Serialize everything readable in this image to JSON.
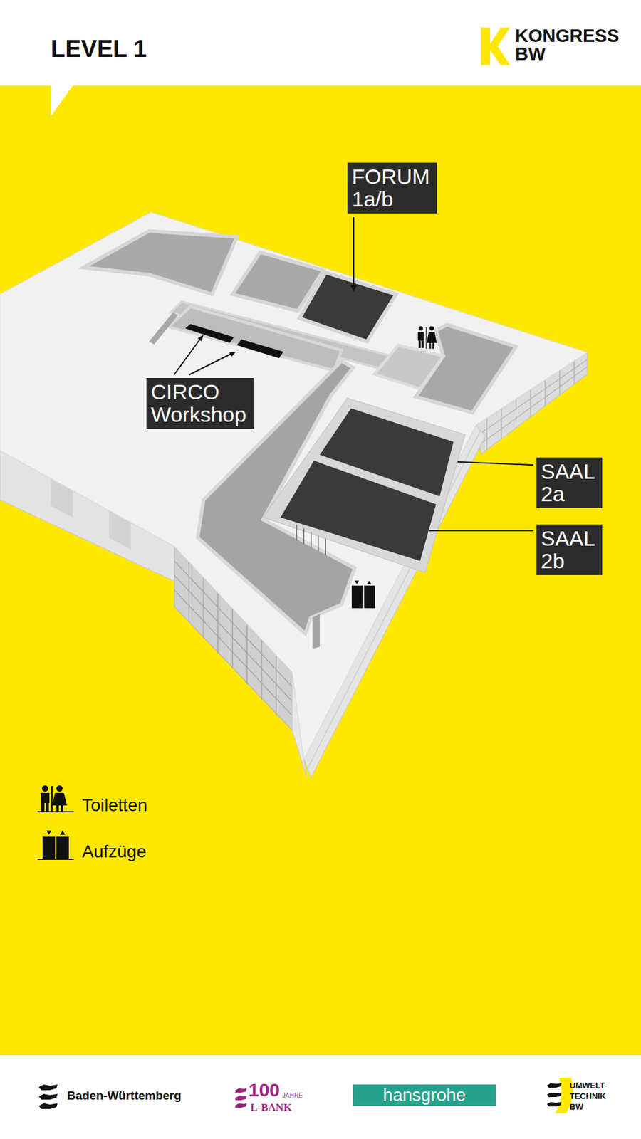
{
  "diagram": {
    "title": "LEVEL 1",
    "nodes": [
      {
        "text": [
          "FORUM 1a/b"
        ]
      },
      {
        "text": [
          "CIRCO Workshop"
        ]
      },
      {
        "text": [
          "SAAL 2a"
        ]
      },
      {
        "text": [
          "SAAL 2b"
        ]
      },
      {
        "text": [
          "hansgrohe"
        ]
      }
    ],
    "labels": [
      "KONGRESS",
      "BW",
      "Baden-Württemberg",
      "100",
      "JAHRE",
      "L-BANK",
      "UMWELT",
      "TECHNIK",
      "BW"
    ],
    "legend": [
      {
        "text": "Toiletten"
      },
      {
        "text": "Aufzüge"
      }
    ]
  }
}
